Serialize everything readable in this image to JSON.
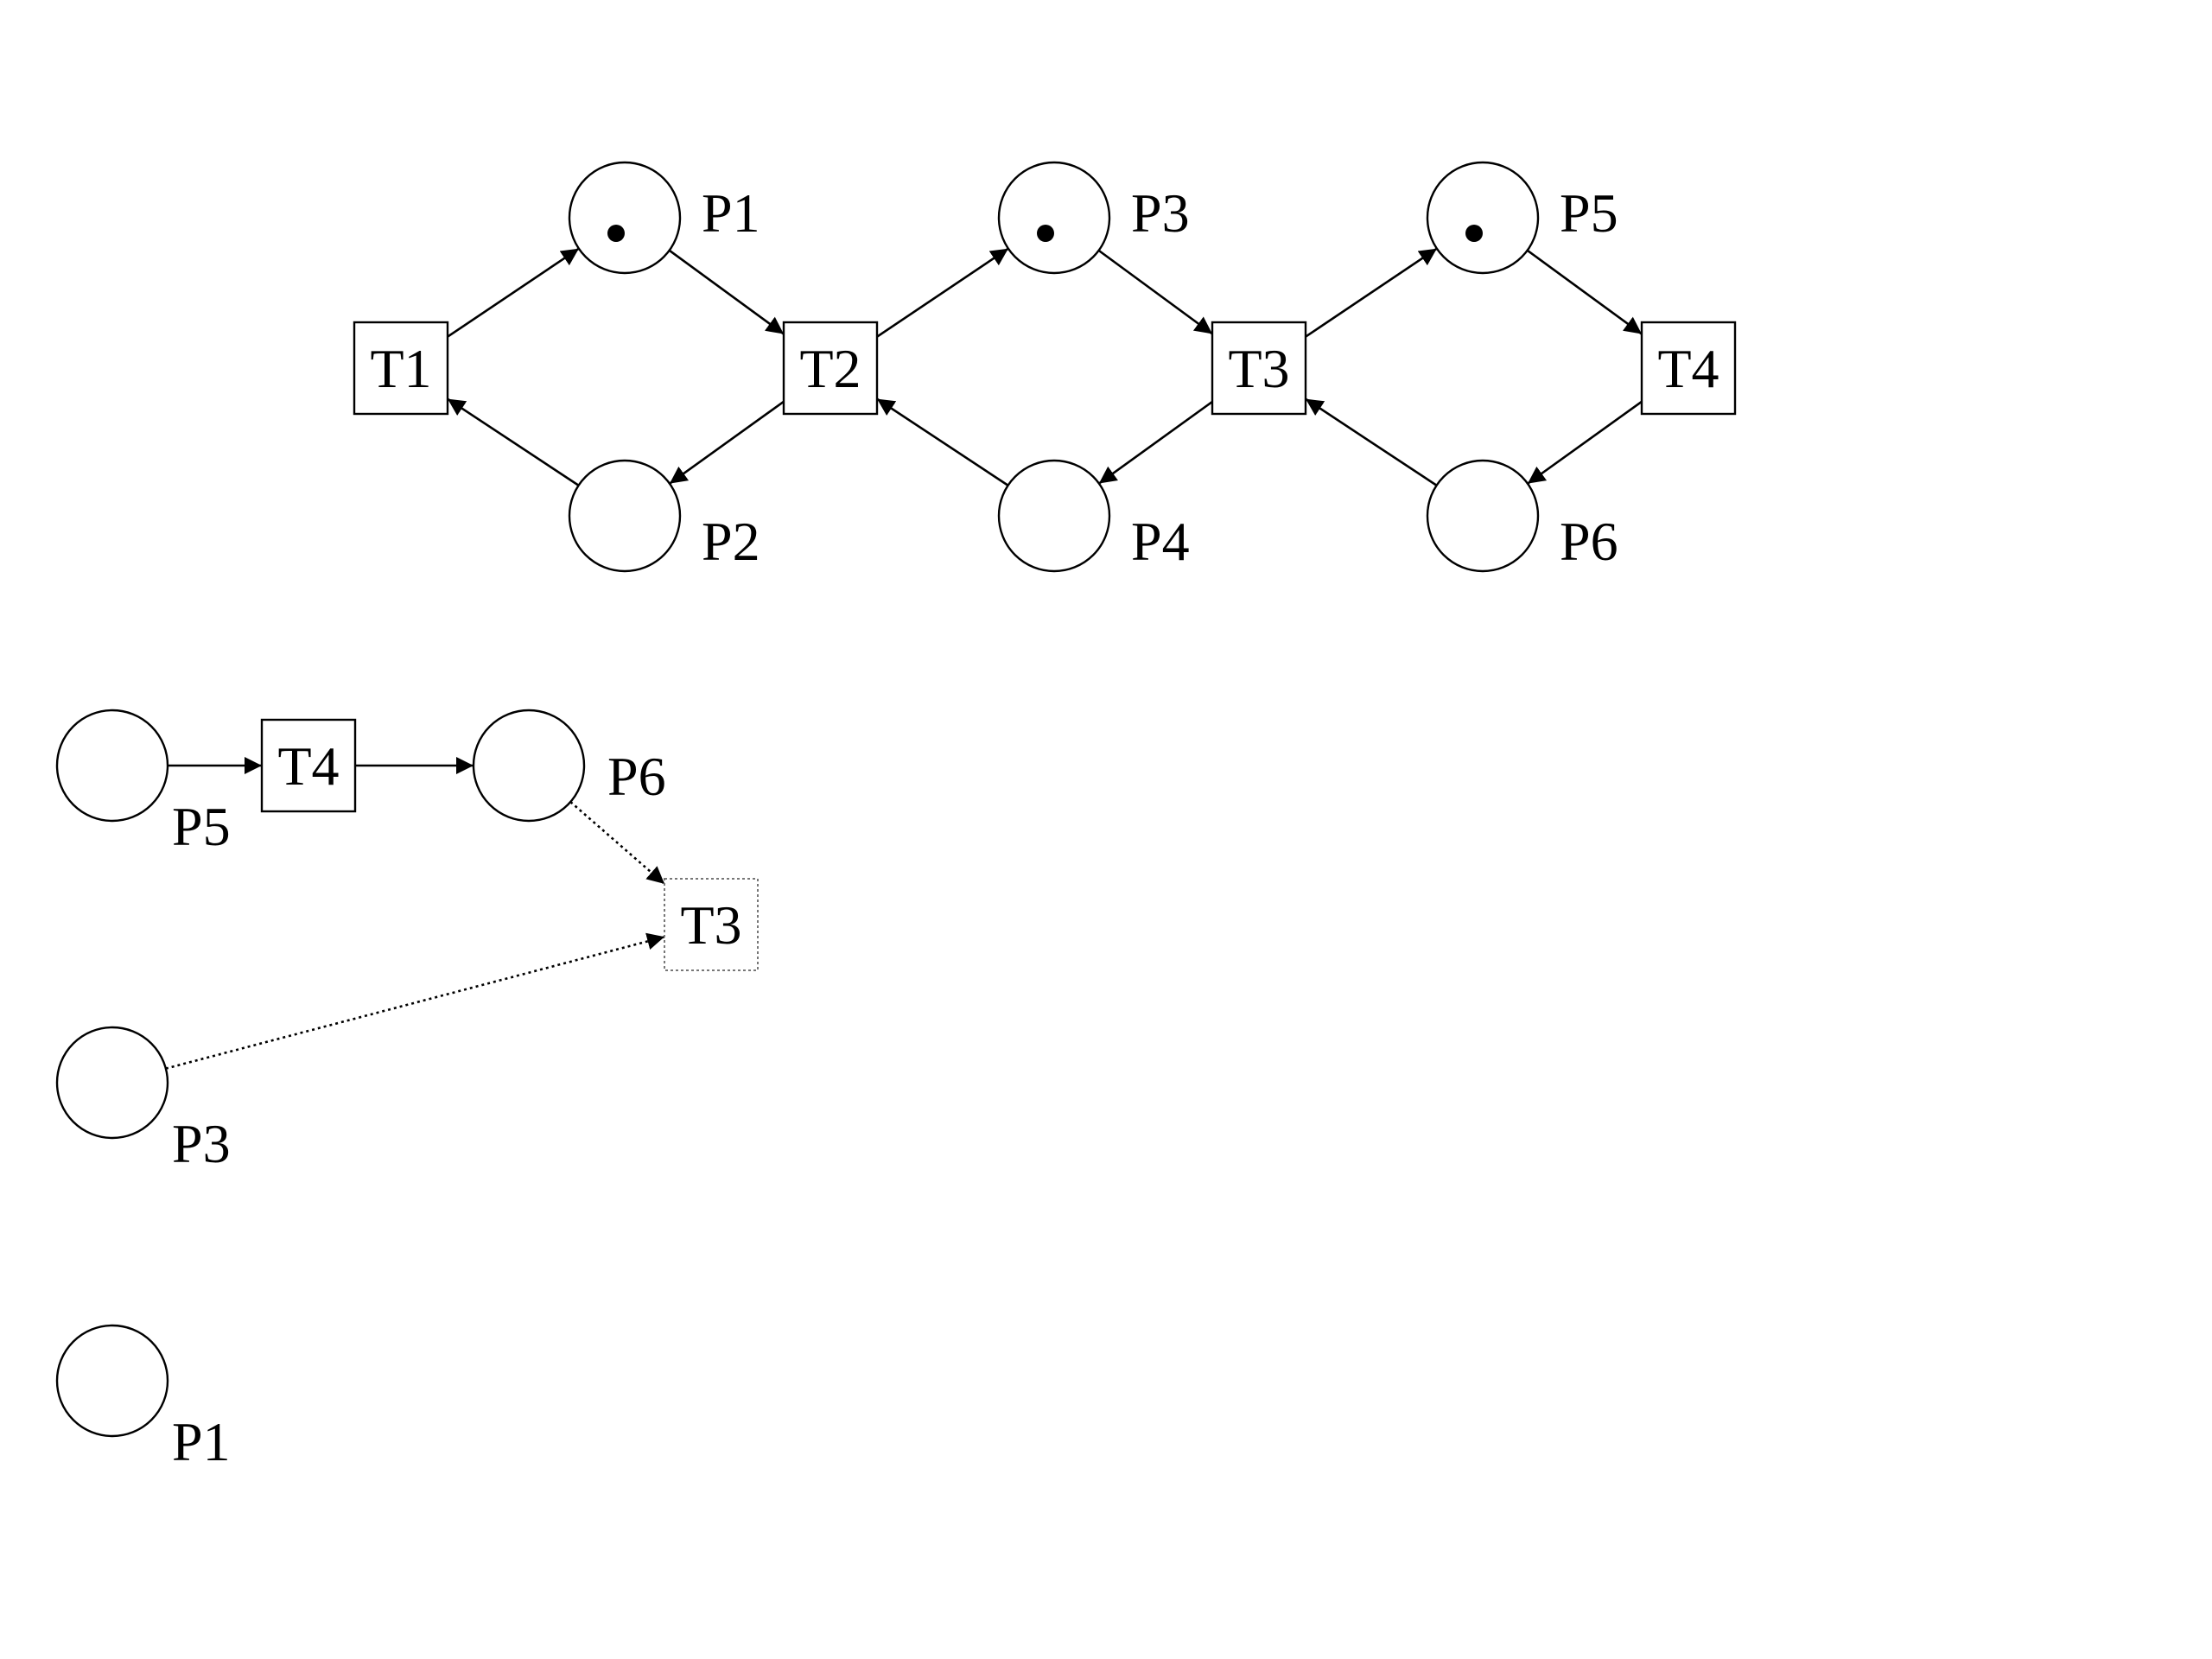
{
  "top_net": {
    "places": [
      {
        "id": "P1",
        "label": "P1",
        "tokens": 1
      },
      {
        "id": "P2",
        "label": "P2",
        "tokens": 0
      },
      {
        "id": "P3",
        "label": "P3",
        "tokens": 1
      },
      {
        "id": "P4",
        "label": "P4",
        "tokens": 0
      },
      {
        "id": "P5",
        "label": "P5",
        "tokens": 1
      },
      {
        "id": "P6",
        "label": "P6",
        "tokens": 0
      }
    ],
    "transitions": [
      {
        "id": "T1",
        "label": "T1"
      },
      {
        "id": "T2",
        "label": "T2"
      },
      {
        "id": "T3",
        "label": "T3"
      },
      {
        "id": "T4",
        "label": "T4"
      }
    ],
    "arcs": [
      {
        "from": "T1",
        "to": "P1"
      },
      {
        "from": "P1",
        "to": "T2"
      },
      {
        "from": "T2",
        "to": "P2"
      },
      {
        "from": "P2",
        "to": "T1"
      },
      {
        "from": "T2",
        "to": "P3"
      },
      {
        "from": "P3",
        "to": "T3"
      },
      {
        "from": "T3",
        "to": "P4"
      },
      {
        "from": "P4",
        "to": "T2"
      },
      {
        "from": "T3",
        "to": "P5"
      },
      {
        "from": "P5",
        "to": "T4"
      },
      {
        "from": "T4",
        "to": "P6"
      },
      {
        "from": "P6",
        "to": "T3"
      }
    ]
  },
  "bottom_net": {
    "places": [
      {
        "id": "b-P5",
        "label": "P5",
        "tokens": 0
      },
      {
        "id": "b-P6",
        "label": "P6",
        "tokens": 0
      },
      {
        "id": "b-P3",
        "label": "P3",
        "tokens": 0
      },
      {
        "id": "b-P1",
        "label": "P1",
        "tokens": 0
      }
    ],
    "transitions": [
      {
        "id": "b-T4",
        "label": "T4",
        "style": "solid"
      },
      {
        "id": "b-T3",
        "label": "T3",
        "style": "dotted"
      }
    ],
    "arcs": [
      {
        "from": "b-P5",
        "to": "b-T4",
        "style": "solid"
      },
      {
        "from": "b-T4",
        "to": "b-P6",
        "style": "solid"
      },
      {
        "from": "b-P6",
        "to": "b-T3",
        "style": "dotted"
      },
      {
        "from": "b-P3",
        "to": "b-T3",
        "style": "dotted"
      }
    ]
  }
}
